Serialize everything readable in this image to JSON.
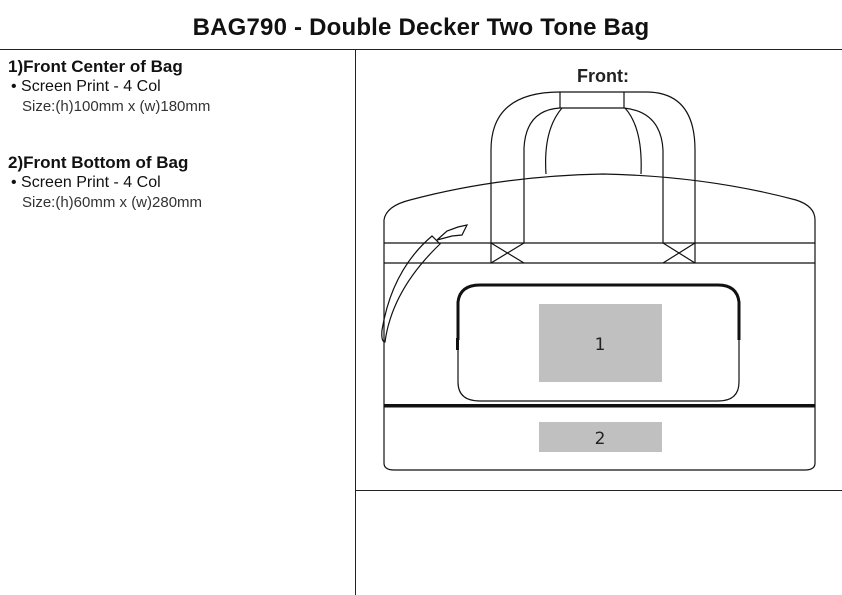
{
  "title": "BAG790 - Double Decker Two Tone Bag",
  "positions": [
    {
      "heading": "1)Front Center of Bag",
      "method": "Screen Print - 4 Col",
      "size": "Size:(h)100mm x (w)180mm"
    },
    {
      "heading": "2)Front Bottom of Bag",
      "method": "Screen Print - 4 Col",
      "size": "Size:(h)60mm x (w)280mm"
    }
  ],
  "view": {
    "label": "Front:",
    "areas": [
      "1",
      "2"
    ],
    "area_color": "#c0c0c0"
  }
}
